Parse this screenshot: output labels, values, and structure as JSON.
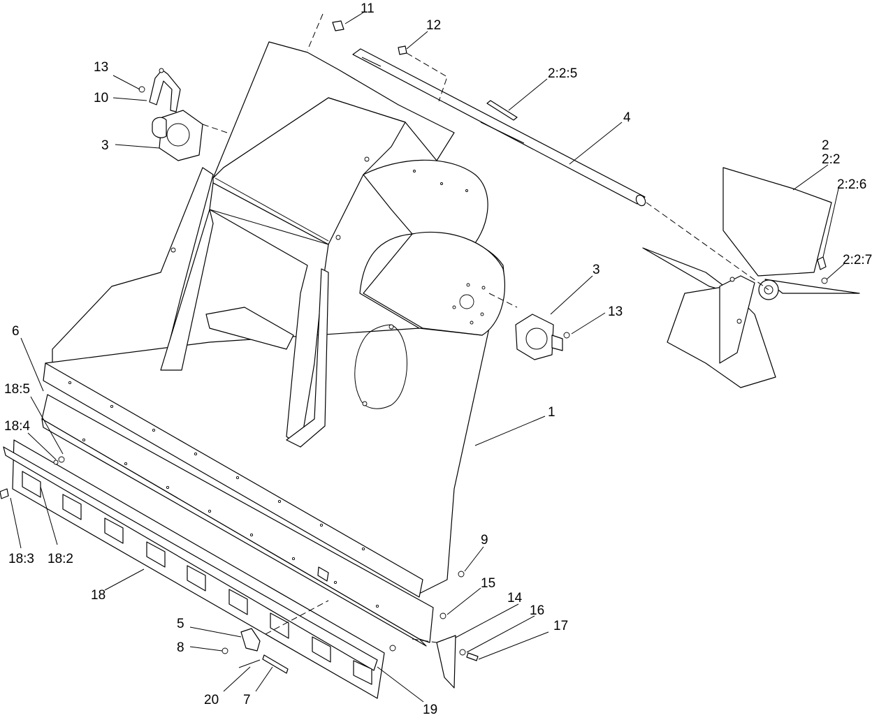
{
  "callouts": {
    "c1": "1",
    "c2": "2",
    "c2_2": "2:2",
    "c2_2_5": "2:2:5",
    "c2_2_6": "2:2:6",
    "c2_2_7": "2:2:7",
    "c3a": "3",
    "c3b": "3",
    "c4": "4",
    "c5": "5",
    "c6": "6",
    "c7": "7",
    "c8": "8",
    "c9": "9",
    "c10": "10",
    "c11": "11",
    "c12": "12",
    "c13a": "13",
    "c13b": "13",
    "c14": "14",
    "c15": "15",
    "c16": "16",
    "c17": "17",
    "c18": "18",
    "c18_2": "18:2",
    "c18_3": "18:3",
    "c18_4": "18:4",
    "c18_5": "18:5",
    "c19": "19",
    "c20": "20"
  },
  "colors": {
    "line": "#000000",
    "background": "#ffffff"
  }
}
